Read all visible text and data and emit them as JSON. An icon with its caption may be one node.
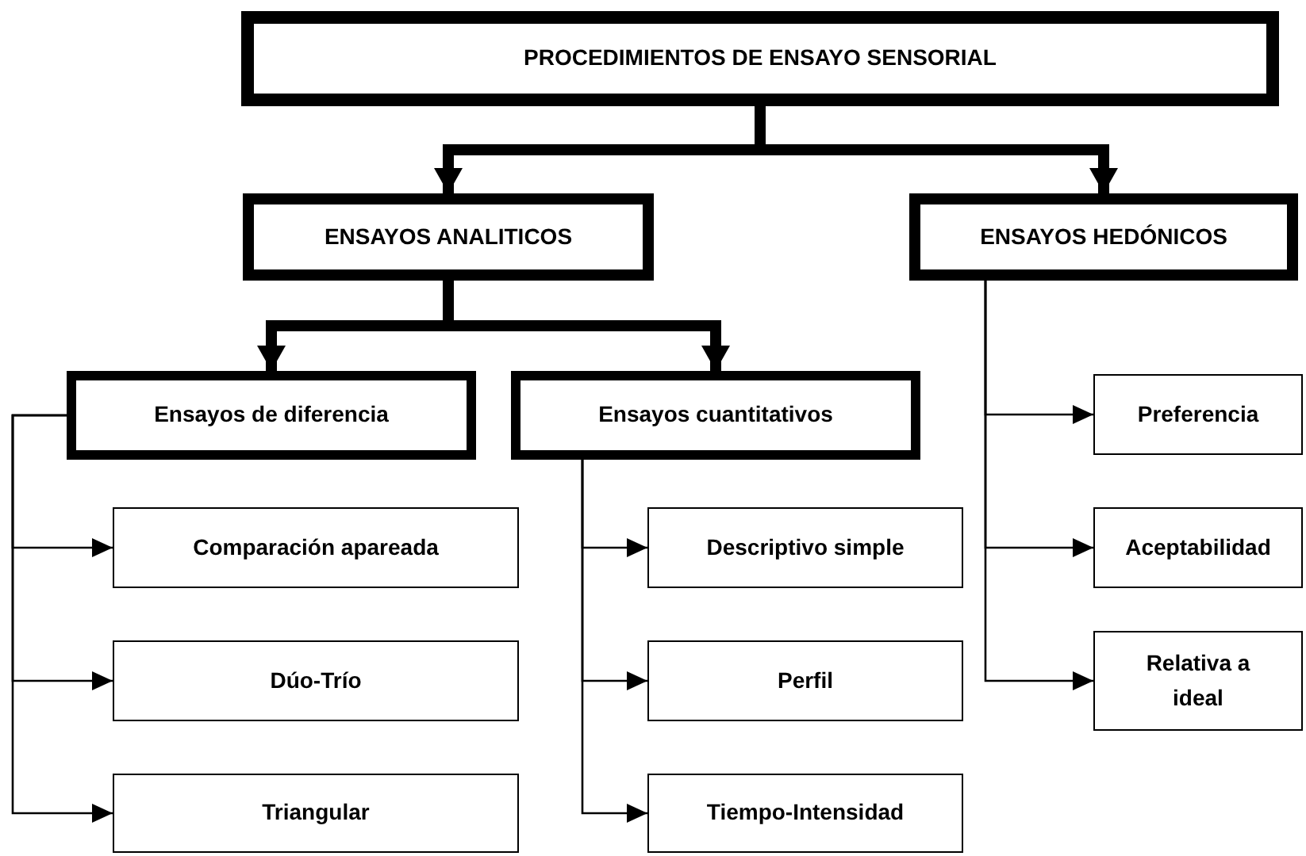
{
  "diagram": {
    "nodes": [
      {
        "text": [
          "PROCEDIMIENTOS DE ENSAYO SENSORIAL"
        ]
      },
      {
        "text": [
          "ENSAYOS ANALITICOS"
        ]
      },
      {
        "text": [
          "ENSAYOS HEDÓNICOS"
        ]
      },
      {
        "text": [
          "Ensayos de diferencia"
        ]
      },
      {
        "text": [
          "Ensayos cuantitativos"
        ]
      },
      {
        "text": [
          "Comparación apareada"
        ]
      },
      {
        "text": [
          "Dúo-Trío"
        ]
      },
      {
        "text": [
          "Triangular"
        ]
      },
      {
        "text": [
          "Descriptivo simple"
        ]
      },
      {
        "text": [
          "Perfil"
        ]
      },
      {
        "text": [
          "Tiempo-Intensidad"
        ]
      },
      {
        "text": [
          "Preferencia"
        ]
      },
      {
        "text": [
          "Aceptabilidad"
        ]
      },
      {
        "text": [
          "Relativa a ideal"
        ]
      }
    ],
    "edges": [
      {
        "from": 0,
        "to": 1,
        "arrow": "to",
        "style": "thick"
      },
      {
        "from": 0,
        "to": 2,
        "arrow": "to",
        "style": "thick"
      },
      {
        "from": 1,
        "to": 3,
        "arrow": "to",
        "style": "thick"
      },
      {
        "from": 1,
        "to": 4,
        "arrow": "to",
        "style": "thick"
      },
      {
        "from": 3,
        "to": 5,
        "arrow": "to"
      },
      {
        "from": 3,
        "to": 6,
        "arrow": "to"
      },
      {
        "from": 3,
        "to": 7,
        "arrow": "to"
      },
      {
        "from": 4,
        "to": 8,
        "arrow": "to"
      },
      {
        "from": 4,
        "to": 9,
        "arrow": "to"
      },
      {
        "from": 4,
        "to": 10,
        "arrow": "to"
      },
      {
        "from": 2,
        "to": 11,
        "arrow": "to"
      },
      {
        "from": 2,
        "to": 12,
        "arrow": "to"
      },
      {
        "from": 2,
        "to": 13,
        "arrow": "to"
      }
    ]
  }
}
